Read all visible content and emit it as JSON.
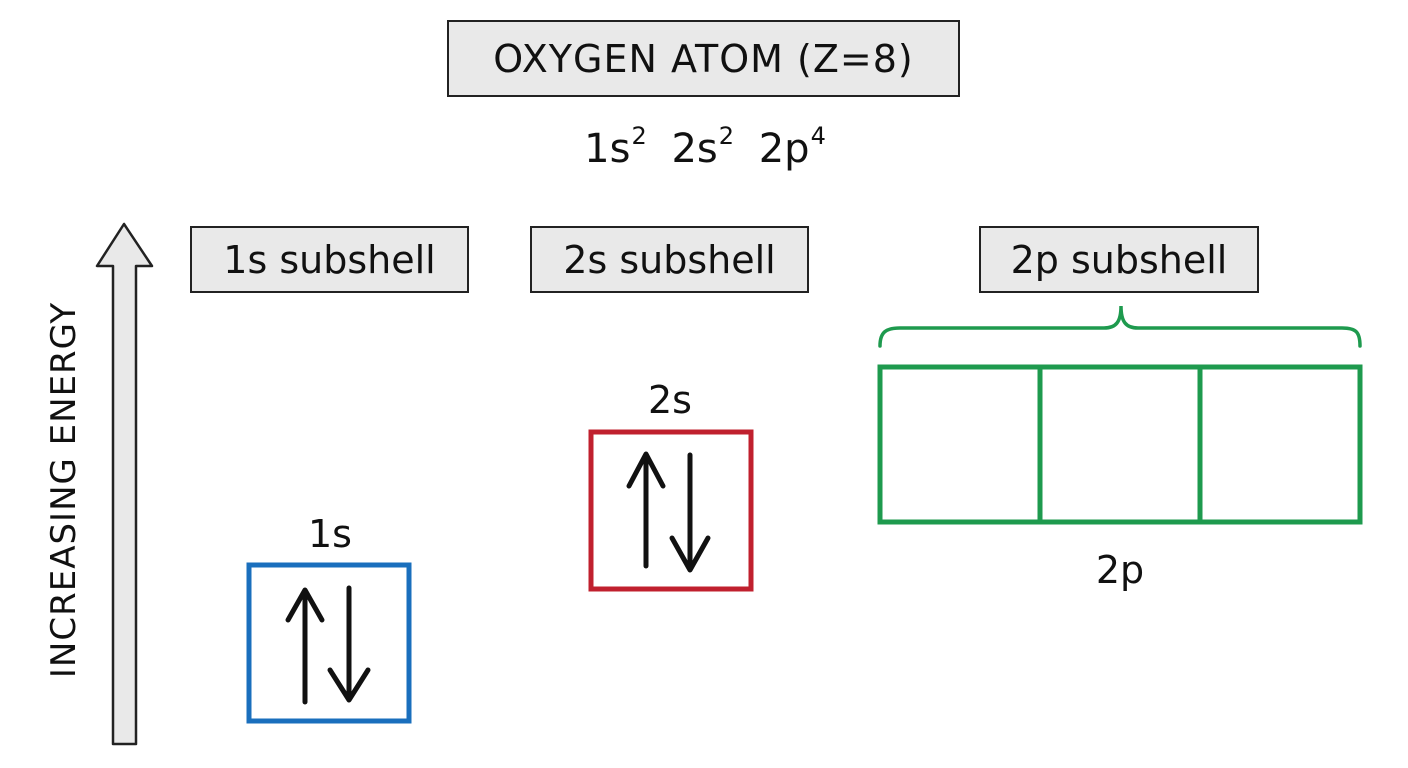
{
  "title": "OXYGEN ATOM (Z=8)",
  "configuration": [
    {
      "orbital": "1s",
      "electrons": "2"
    },
    {
      "orbital": "2s",
      "electrons": "2"
    },
    {
      "orbital": "2p",
      "electrons": "4"
    }
  ],
  "energy_axis_label": "INCREASING ENERGY",
  "subshell_headers": [
    "1s subshell",
    "2s subshell",
    "2p subshell"
  ],
  "orbitals": [
    {
      "label": "1s",
      "boxes": 1,
      "color": "#1a6fbd",
      "arrows": [
        [
          "up",
          "down"
        ]
      ]
    },
    {
      "label": "2s",
      "boxes": 1,
      "color": "#c0202e",
      "arrows": [
        [
          "up",
          "down"
        ]
      ]
    },
    {
      "label": "2p",
      "boxes": 3,
      "color": "#1e9a4e",
      "arrows": [
        [],
        [],
        []
      ]
    }
  ],
  "colors": {
    "header_fill": "#e9e9e9",
    "arrow_fill": "#e9e9e9",
    "ink": "#111111"
  }
}
